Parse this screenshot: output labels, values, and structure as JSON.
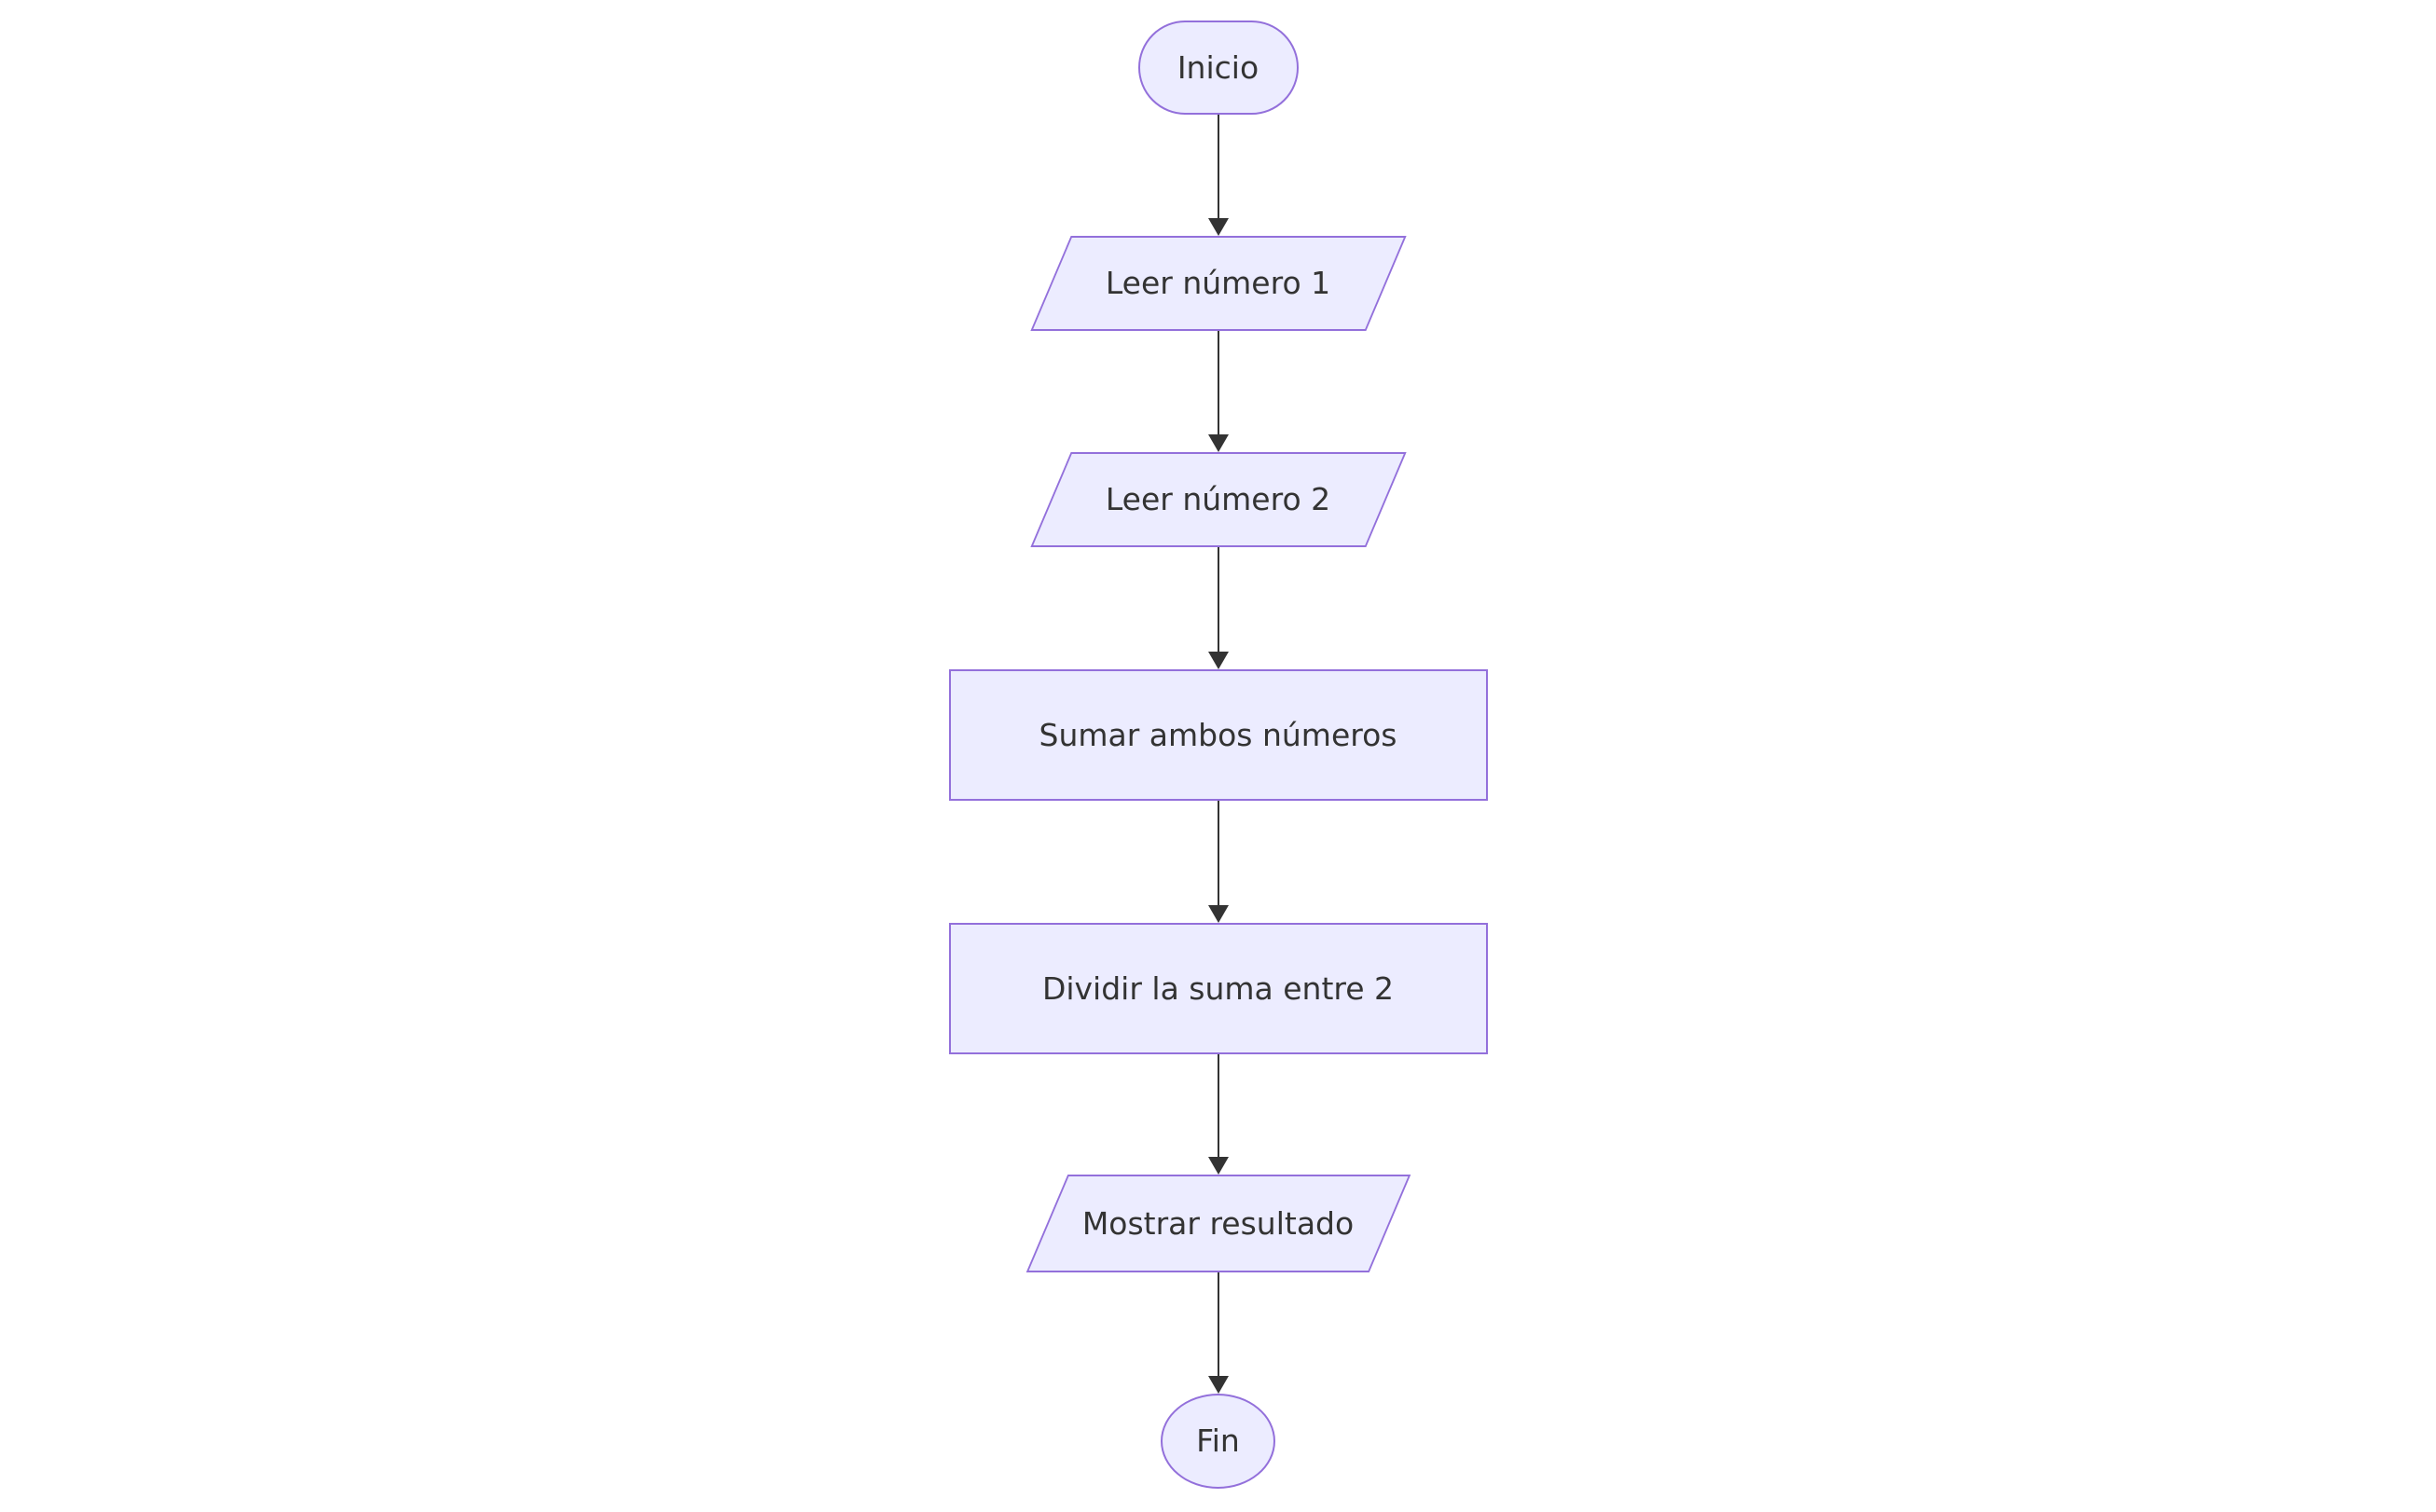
{
  "diagram": {
    "type": "flowchart",
    "direction": "top-down",
    "background_color": "#FFFFFF",
    "node_fill_color": "#ECECFF",
    "node_border_color": "#9370DB",
    "text_color": "#333333",
    "arrow_color": "#333333",
    "nodes": [
      {
        "id": "inicio",
        "shape": "stadium",
        "role": "start",
        "label": "Inicio"
      },
      {
        "id": "leer1",
        "shape": "parallelogram",
        "role": "input",
        "label": "Leer número 1"
      },
      {
        "id": "leer2",
        "shape": "parallelogram",
        "role": "input",
        "label": "Leer número 2"
      },
      {
        "id": "sumar",
        "shape": "rectangle",
        "role": "process",
        "label": "Sumar ambos números"
      },
      {
        "id": "dividir",
        "shape": "rectangle",
        "role": "process",
        "label": "Dividir la suma entre 2"
      },
      {
        "id": "mostrar",
        "shape": "parallelogram",
        "role": "output",
        "label": "Mostrar resultado"
      },
      {
        "id": "fin",
        "shape": "circle",
        "role": "end",
        "label": "Fin"
      }
    ],
    "edges": [
      {
        "from": "inicio",
        "to": "leer1",
        "label": ""
      },
      {
        "from": "leer1",
        "to": "leer2",
        "label": ""
      },
      {
        "from": "leer2",
        "to": "sumar",
        "label": ""
      },
      {
        "from": "sumar",
        "to": "dividir",
        "label": ""
      },
      {
        "from": "dividir",
        "to": "mostrar",
        "label": ""
      },
      {
        "from": "mostrar",
        "to": "fin",
        "label": ""
      }
    ]
  }
}
